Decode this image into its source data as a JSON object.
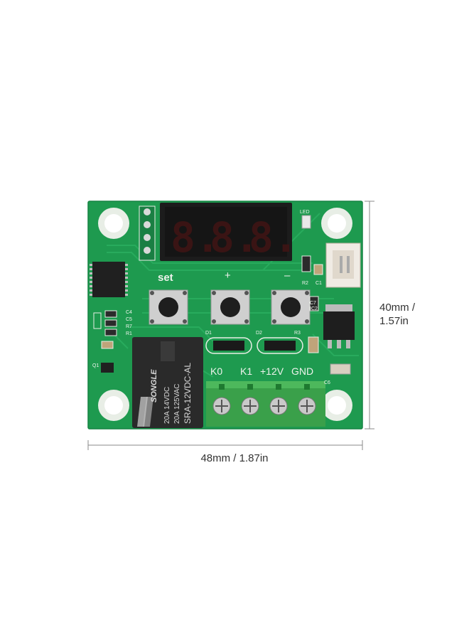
{
  "dimensions": {
    "width_label": "48mm / 1.87in",
    "height_label_line1": "40mm /",
    "height_label_line2": "1.57in"
  },
  "board": {
    "button_set_label": "set",
    "button_plus_label": "+",
    "button_minus_label": "–",
    "led_label": "LED",
    "display_digits": [
      "8.",
      "8.",
      "8."
    ],
    "silkscreen": {
      "c4": "C4",
      "c5": "C5",
      "r7": "R7",
      "r1": "R1",
      "q1": "Q1",
      "d1": "D1",
      "d2": "D2",
      "r3": "R3",
      "r2": "R2",
      "c1": "C1",
      "c7": "C7",
      "ic2": "IC2",
      "c6": "C6"
    },
    "terminals": [
      "K0",
      "K1",
      "+12V",
      "GND"
    ]
  },
  "relay": {
    "brand": "SONGLE",
    "line1": "20A  14VDC",
    "line2": "20A  125VAC",
    "model": "SRA-12VDC-AL"
  },
  "colors": {
    "pcb": "#1e9a4f",
    "terminal_block": "#3aa04a",
    "display": "#1c1c1c",
    "relay": "#2a2a2a"
  }
}
